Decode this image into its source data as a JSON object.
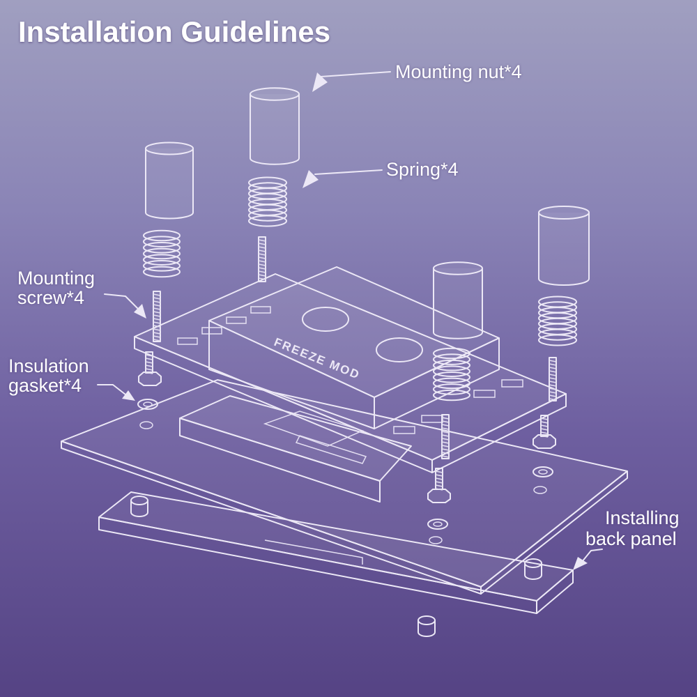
{
  "title": "Installation Guidelines",
  "labels": {
    "mounting_nut": "Mounting nut*4",
    "spring": "Spring*4",
    "mounting_screw_line1": "Mounting",
    "mounting_screw_line2": "screw*4",
    "insulation_gasket_line1": "Insulation",
    "insulation_gasket_line2": "gasket*4",
    "back_panel_line1": "Installing",
    "back_panel_line2": "back panel"
  },
  "block_brand": "FREEZE MOD",
  "colors": {
    "background_top": "#a09fc0",
    "background_bottom": "#554384",
    "line": "#ece8f6",
    "text": "#ffffff"
  }
}
